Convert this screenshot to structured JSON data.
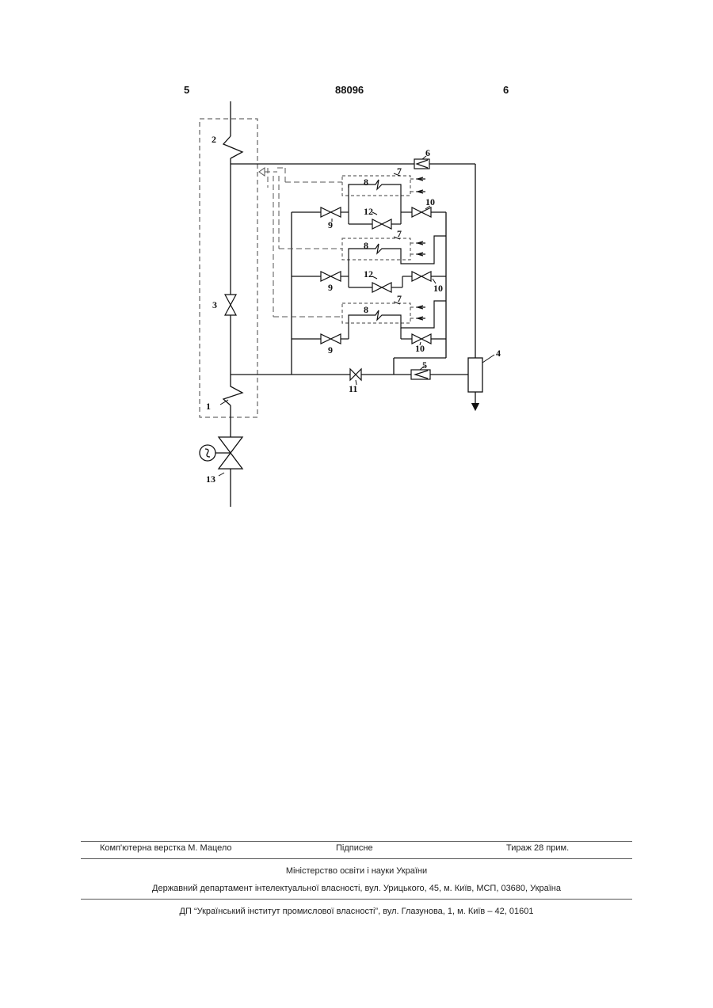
{
  "header": {
    "page_left": "5",
    "patent_number": "88096",
    "page_right": "6"
  },
  "figure": {
    "labels": {
      "l1": "1",
      "l2": "2",
      "l3": "3",
      "l4": "4",
      "l5": "5",
      "l6": "6",
      "l7": "7",
      "l8": "8",
      "l9": "9",
      "l10": "10",
      "l11": "11",
      "l12": "12",
      "l13": "13"
    }
  },
  "footer": {
    "layout_credit": "Комп'ютерна верстка М. Мацело",
    "subscription": "Підписне",
    "circulation": "Тираж 28 прим.",
    "ministry": "Міністерство освіти і науки України",
    "department": "Державний департамент інтелектуальної власності, вул. Урицького, 45, м. Київ, МСП, 03680, Україна",
    "institute": "ДП “Український інститут промислової власності”, вул. Глазунова, 1, м. Київ – 42, 01601"
  }
}
